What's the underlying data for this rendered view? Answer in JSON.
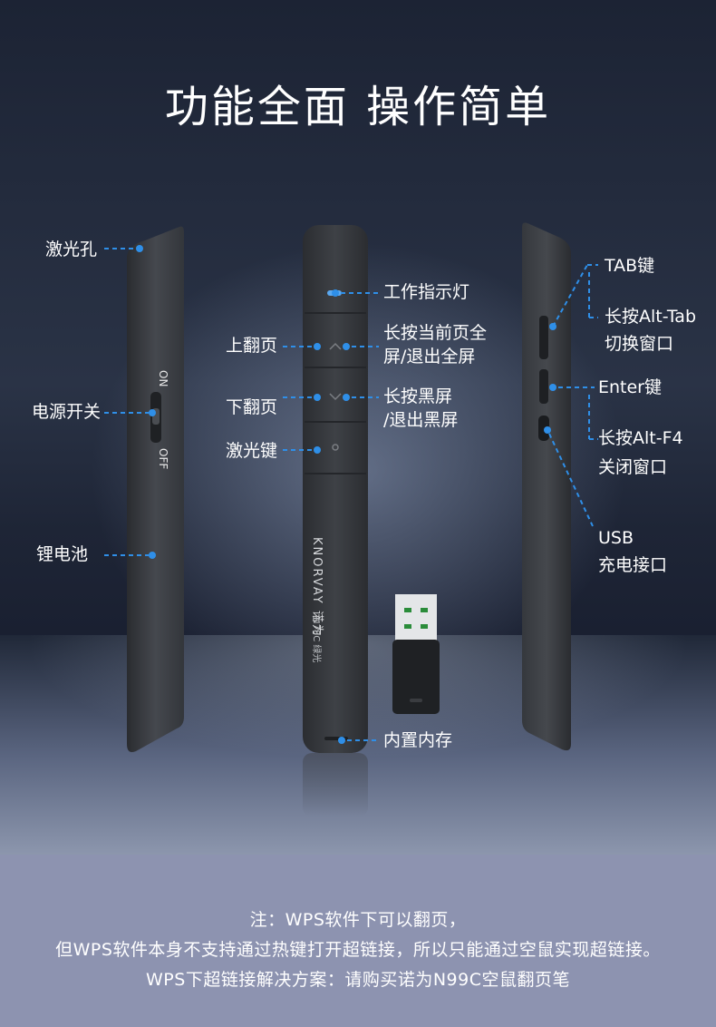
{
  "title": "功能全面 操作简单",
  "left_device": {
    "switch_on": "ON",
    "switch_off": "OFF",
    "labels": {
      "laser_hole": "激光孔",
      "power_switch": "电源开关",
      "lithium_battery": "锂电池"
    }
  },
  "front_device": {
    "brand": "KNORVAY 诺为",
    "model": "N78C 绿光",
    "labels": {
      "indicator": "工作指示灯",
      "page_up": "上翻页",
      "page_up_long_line1": "长按当前页全",
      "page_up_long_line2": "屏/退出全屏",
      "page_down": "下翻页",
      "page_down_long_line1": "长按黑屏",
      "page_down_long_line2": "/退出黑屏",
      "laser_key": "激光键",
      "memory": "内置内存"
    }
  },
  "right_device": {
    "labels": {
      "tab_key": "TAB键",
      "alt_tab_line1": "长按Alt-Tab",
      "alt_tab_line2": "切换窗口",
      "enter_key": "Enter键",
      "alt_f4_line1": "长按Alt-F4",
      "alt_f4_line2": "关闭窗口",
      "usb_line1": "USB",
      "usb_line2": "充电接口"
    }
  },
  "notes": [
    "注：WPS软件下可以翻页，",
    "但WPS软件本身不支持通过热键打开超链接，所以只能通过空鼠实现超链接。",
    "WPS下超链接解决方案：请购买诺为N99C空鼠翻页笔"
  ],
  "colors": {
    "accent": "#2f8fe8",
    "bottom_band": "#8d93b0",
    "device_body": "#3a3d42"
  }
}
